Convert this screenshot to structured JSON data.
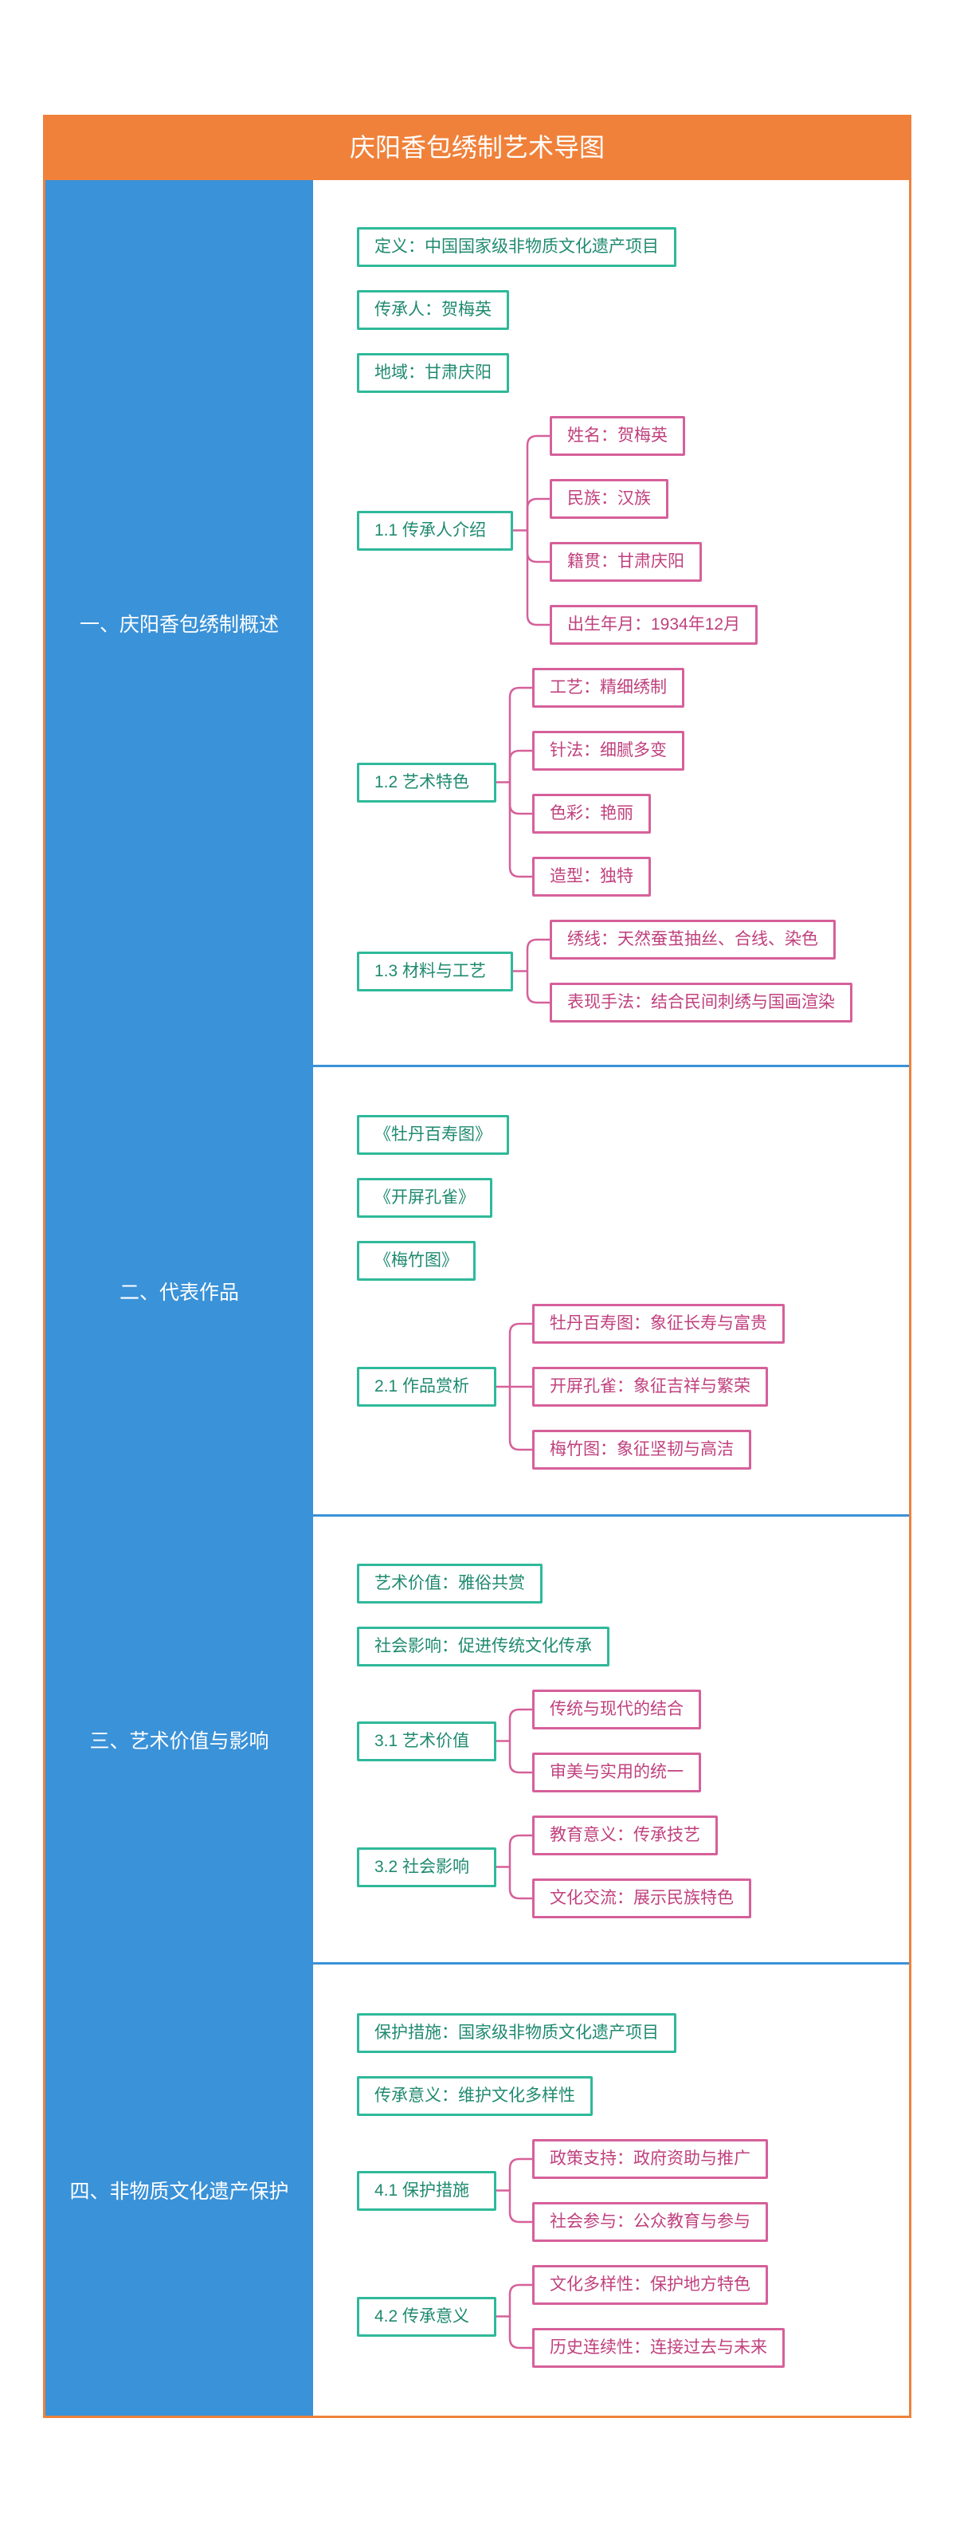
{
  "title": "庆阳香包绣制艺术导图",
  "sections": [
    {
      "label": "一、庆阳香包绣制概述",
      "items": [
        "定义：中国国家级非物质文化遗产项目",
        "传承人：贺梅英",
        "地域：甘肃庆阳"
      ],
      "groups": [
        {
          "label": "1.1 传承人介绍",
          "children": [
            "姓名：贺梅英",
            "民族：汉族",
            "籍贯：甘肃庆阳",
            "出生年月：1934年12月"
          ]
        },
        {
          "label": "1.2 艺术特色",
          "children": [
            "工艺：精细绣制",
            "针法：细腻多变",
            "色彩：艳丽",
            "造型：独特"
          ]
        },
        {
          "label": "1.3 材料与工艺",
          "children": [
            "绣线：天然蚕茧抽丝、合线、染色",
            "表现手法：结合民间刺绣与国画渲染"
          ]
        }
      ]
    },
    {
      "label": "二、代表作品",
      "items": [
        "《牡丹百寿图》",
        "《开屏孔雀》",
        "《梅竹图》"
      ],
      "groups": [
        {
          "label": "2.1 作品赏析",
          "children": [
            "牡丹百寿图：象征长寿与富贵",
            "开屏孔雀：象征吉祥与繁荣",
            "梅竹图：象征坚韧与高洁"
          ]
        }
      ]
    },
    {
      "label": "三、艺术价值与影响",
      "items": [
        "艺术价值：雅俗共赏",
        "社会影响：促进传统文化传承"
      ],
      "groups": [
        {
          "label": "3.1 艺术价值",
          "children": [
            "传统与现代的结合",
            "审美与实用的统一"
          ]
        },
        {
          "label": "3.2 社会影响",
          "children": [
            "教育意义：传承技艺",
            "文化交流：展示民族特色"
          ]
        }
      ]
    },
    {
      "label": "四、非物质文化遗产保护",
      "items": [
        "保护措施：国家级非物质文化遗产项目",
        "传承意义：维护文化多样性"
      ],
      "groups": [
        {
          "label": "4.1 保护措施",
          "children": [
            "政策支持：政府资助与推广",
            "社会参与：公众教育与参与"
          ]
        },
        {
          "label": "4.2 传承意义",
          "children": [
            "文化多样性：保护地方特色",
            "历史连续性：连接过去与未来"
          ]
        }
      ]
    }
  ]
}
